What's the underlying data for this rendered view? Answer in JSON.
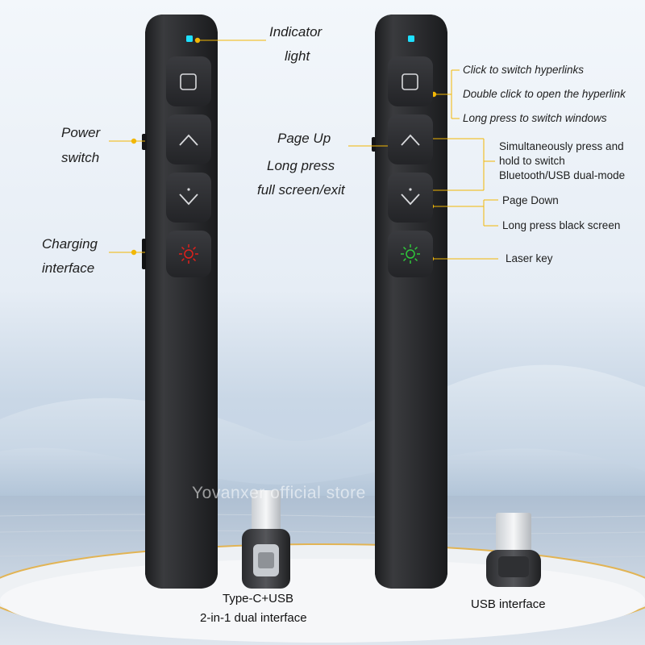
{
  "labels": {
    "indicator_l1": "Indicator",
    "indicator_l2": "light",
    "power_l1": "Power",
    "power_l2": "switch",
    "charging_l1": "Charging",
    "charging_l2": "interface",
    "page_up": "Page Up",
    "long_press": "Long press",
    "full_screen_exit": "full screen/exit",
    "click_switch_hyperlinks": "Click to switch hyperlinks",
    "double_click_open": "Double click to open the hyperlink",
    "long_press_switch_windows": "Long press to switch windows",
    "simul_l1": "Simultaneously press and",
    "simul_l2": "hold to switch",
    "simul_l3": "Bluetooth/USB dual-mode",
    "page_down": "Page Down",
    "long_press_black": "Long press black screen",
    "laser_key": "Laser key"
  },
  "captions": {
    "typec_l1": "Type-C+USB",
    "typec_l2": "2-in-1 dual interface",
    "usb": "USB interface"
  },
  "watermark": "Yovanxer official store",
  "colors": {
    "leader": "#f2b705",
    "indicator": "#1ee0ff",
    "laser_left": "#e0201b",
    "laser_right": "#2fc93a",
    "body": "#2b2c2f"
  },
  "icons": {
    "square": "square-icon",
    "up": "chevron-up-icon",
    "down": "chevron-down-icon",
    "laser": "laser-sun-icon"
  }
}
